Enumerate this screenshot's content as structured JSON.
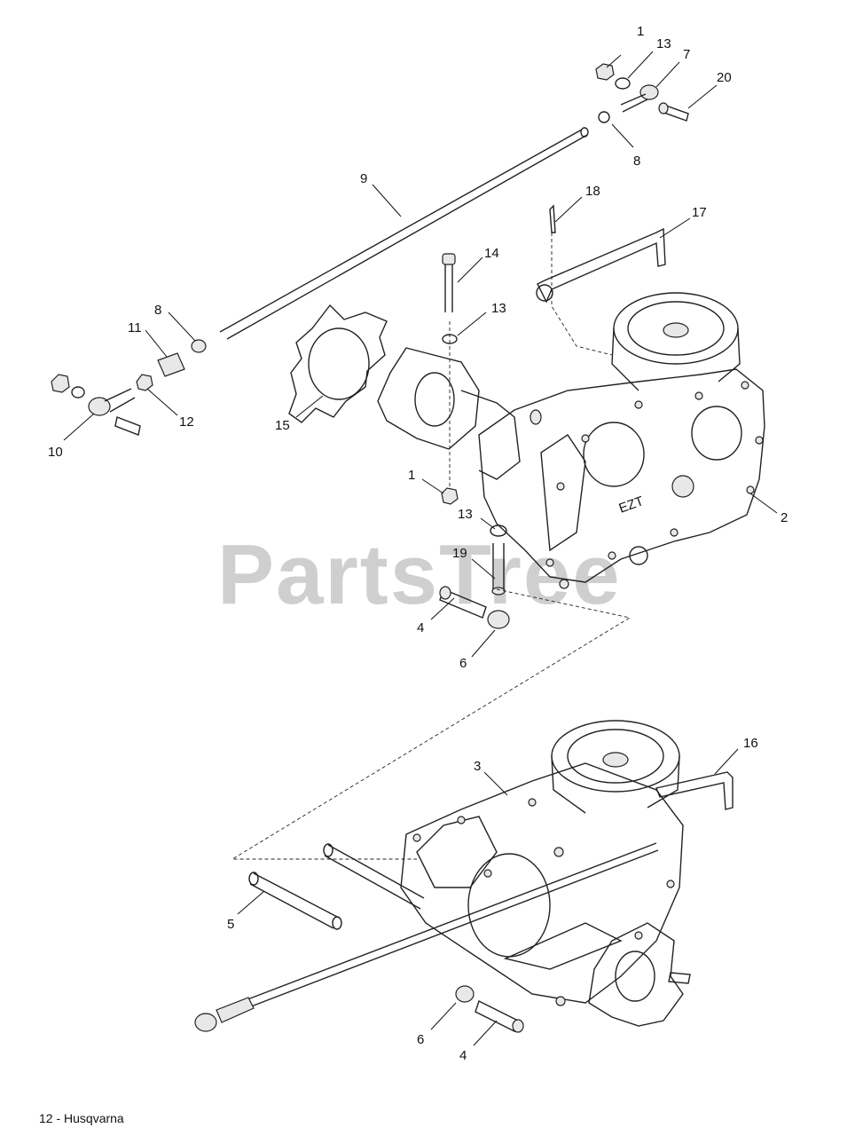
{
  "watermark": "PartsTree",
  "footer": "12 - Husqvarna",
  "callouts": {
    "c1_top": "1",
    "c13_top": "13",
    "c7": "7",
    "c20": "20",
    "c8_top": "8",
    "c9": "9",
    "c18": "18",
    "c17": "17",
    "c14": "14",
    "c13_mid": "13",
    "c8_left": "8",
    "c11": "11",
    "c12": "12",
    "c10": "10",
    "c15": "15",
    "c1_mid": "1",
    "c13_low": "13",
    "c19": "19",
    "c2": "2",
    "c4_top": "4",
    "c6_top": "6",
    "c16": "16",
    "c3": "3",
    "c5": "5",
    "c6_bot": "6",
    "c4_bot": "4"
  },
  "ezt_label": "EZT"
}
